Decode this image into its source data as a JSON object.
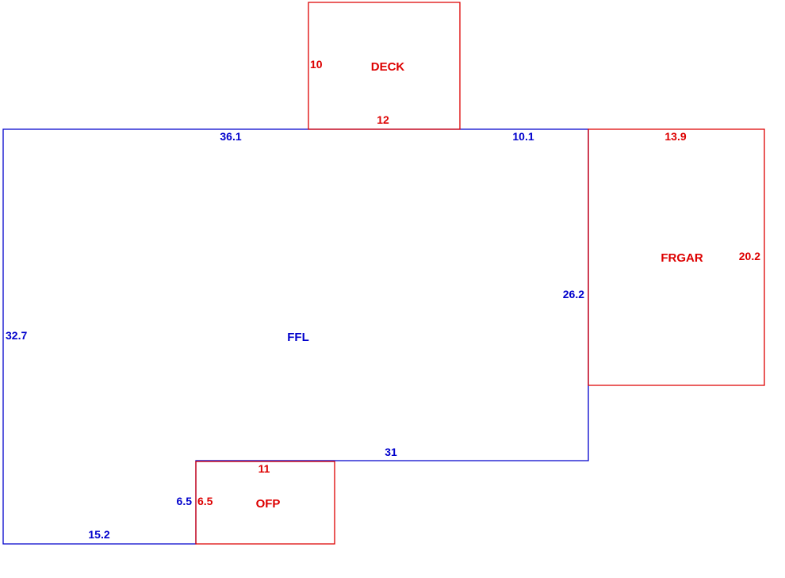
{
  "colors": {
    "main": "#0000cc",
    "addition": "#dd0000",
    "background": "#ffffff"
  },
  "areas": {
    "ffl": {
      "name": "FFL",
      "dims": {
        "top_left": "36.1",
        "top_right": "10.1",
        "left": "32.7",
        "right": "26.2",
        "bottom_right": "31",
        "bottom_left": "15.2",
        "step": "6.5"
      }
    },
    "deck": {
      "name": "DECK",
      "dims": {
        "side": "10",
        "bottom": "12"
      }
    },
    "frgar": {
      "name": "FRGAR",
      "dims": {
        "top": "13.9",
        "side": "20.2"
      }
    },
    "ofp": {
      "name": "OFP",
      "dims": {
        "top": "11",
        "side": "6.5"
      }
    }
  }
}
